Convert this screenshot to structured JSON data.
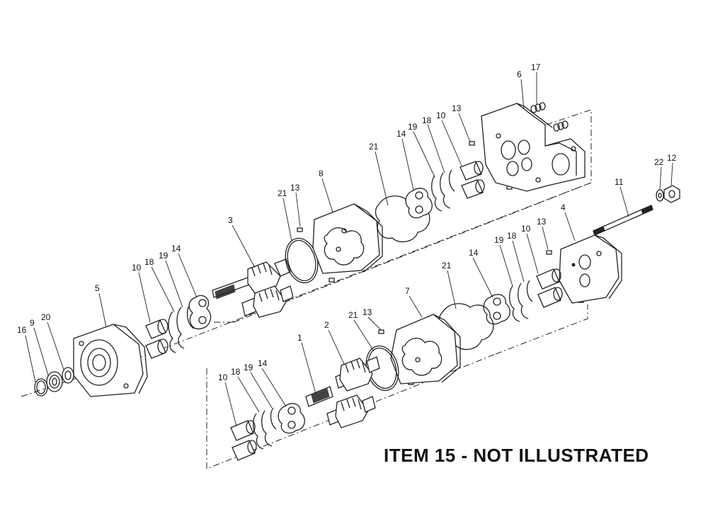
{
  "callouts": {
    "c1": "1",
    "c2": "2",
    "c3": "3",
    "c4": "4",
    "c5": "5",
    "c6": "6",
    "c7": "7",
    "c8": "8",
    "c9": "9",
    "c11": "11",
    "c12": "12",
    "c16": "16",
    "c17": "17",
    "c20": "20",
    "c22": "22",
    "c10a": "10",
    "c10b": "10",
    "c10c": "10",
    "c10d": "10",
    "c13a": "13",
    "c13b": "13",
    "c13c": "13",
    "c13d": "13",
    "c14a": "14",
    "c14b": "14",
    "c14c": "14",
    "c14d": "14",
    "c18a": "18",
    "c18b": "18",
    "c18c": "18",
    "c18d": "18",
    "c19a": "19",
    "c19b": "19",
    "c19c": "19",
    "c19d": "19",
    "c21a": "21",
    "c21b": "21",
    "c21c": "21",
    "c21d": "21"
  },
  "footnote": "ITEM 15 - NOT ILLUSTRATED"
}
